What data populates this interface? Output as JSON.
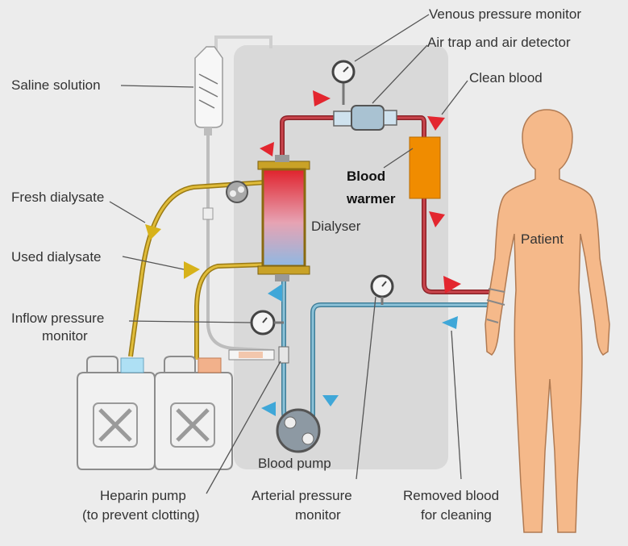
{
  "labels": {
    "venous_pressure_monitor": "Venous pressure monitor",
    "air_trap": "Air trap and air detector",
    "clean_blood": "Clean blood",
    "saline_solution": "Saline solution",
    "fresh_dialysate": "Fresh dialysate",
    "used_dialysate": "Used dialysate",
    "inflow_pressure_line1": "Inflow pressure",
    "inflow_pressure_line2": "monitor",
    "dialyser": "Dialyser",
    "blood_warmer_line1": "Blood",
    "blood_warmer_line2": "warmer",
    "patient": "Patient",
    "blood_pump": "Blood pump",
    "heparin_line1": "Heparin pump",
    "heparin_line2": "(to prevent clotting)",
    "arterial_line1": "Arterial pressure",
    "arterial_line2": "monitor",
    "removed_line1": "Removed blood",
    "removed_line2": "for cleaning"
  },
  "colors": {
    "background": "#ececec",
    "machine_panel": "#d9d9d9",
    "clean_blood_line": "#b2353d",
    "removed_blood_line": "#5f99b3",
    "dialysate_line": "#c9a227",
    "blood_warmer": "#f08c00",
    "patient_body": "#f5b98a",
    "arrow_red": "#e3262f",
    "arrow_blue": "#3fa7d8",
    "arrow_yellow": "#d7b21a"
  }
}
